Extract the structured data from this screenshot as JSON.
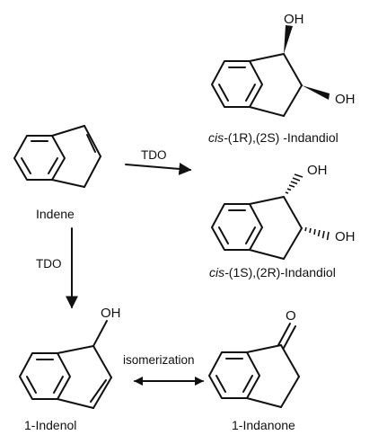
{
  "compounds": {
    "indene": {
      "name": "Indene"
    },
    "cis_1r2s": {
      "prefix": "cis-",
      "stereo": "(1R),(2S)",
      "suffix": " -Indandiol",
      "oh_top": "OH",
      "oh_right": "OH"
    },
    "cis_1s2r": {
      "prefix": "cis-",
      "stereo": "(1S),(2R)",
      "suffix": "-Indandiol",
      "oh_top": "OH",
      "oh_right": "OH"
    },
    "indenol": {
      "name": "1-Indenol",
      "oh": "OH"
    },
    "indanone": {
      "name": "1-Indanone",
      "o": "O"
    }
  },
  "arrows": {
    "tdo_right": {
      "label": "TDO"
    },
    "tdo_down": {
      "label": "TDO"
    },
    "isomerization": {
      "label": "isomerization"
    }
  }
}
